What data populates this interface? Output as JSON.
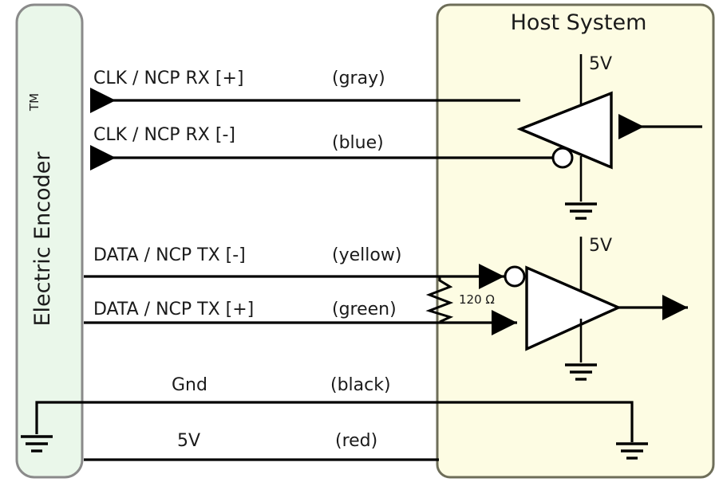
{
  "diagram": {
    "title_left": "Electric Encoder",
    "title_left_superscript": "TM",
    "title_right": "Host System",
    "colors": {
      "encoder_fill": "#eaf7ea",
      "encoder_border": "#8a8a8a",
      "host_fill": "#fdfce3",
      "host_border": "#6e6e59",
      "wire": "#000000",
      "text": "#1a1a1a"
    }
  },
  "signals": [
    {
      "name": "CLK / NCP RX [+]",
      "wire_color": "(gray)",
      "direction": "to-encoder"
    },
    {
      "name": "CLK / NCP RX [-]",
      "wire_color": "(blue)",
      "direction": "to-encoder"
    },
    {
      "name": "DATA / NCP TX [-]",
      "wire_color": "(yellow)",
      "direction": "to-host"
    },
    {
      "name": "DATA / NCP TX [+]",
      "wire_color": "(green)",
      "direction": "to-host"
    },
    {
      "name": "Gnd",
      "wire_color": "(black)",
      "direction": "none"
    },
    {
      "name": "5V",
      "wire_color": "(red)",
      "direction": "none"
    }
  ],
  "host": {
    "supply_top_label": "5V",
    "supply_bottom_label": "5V",
    "resistor_value": "120 Ω"
  }
}
